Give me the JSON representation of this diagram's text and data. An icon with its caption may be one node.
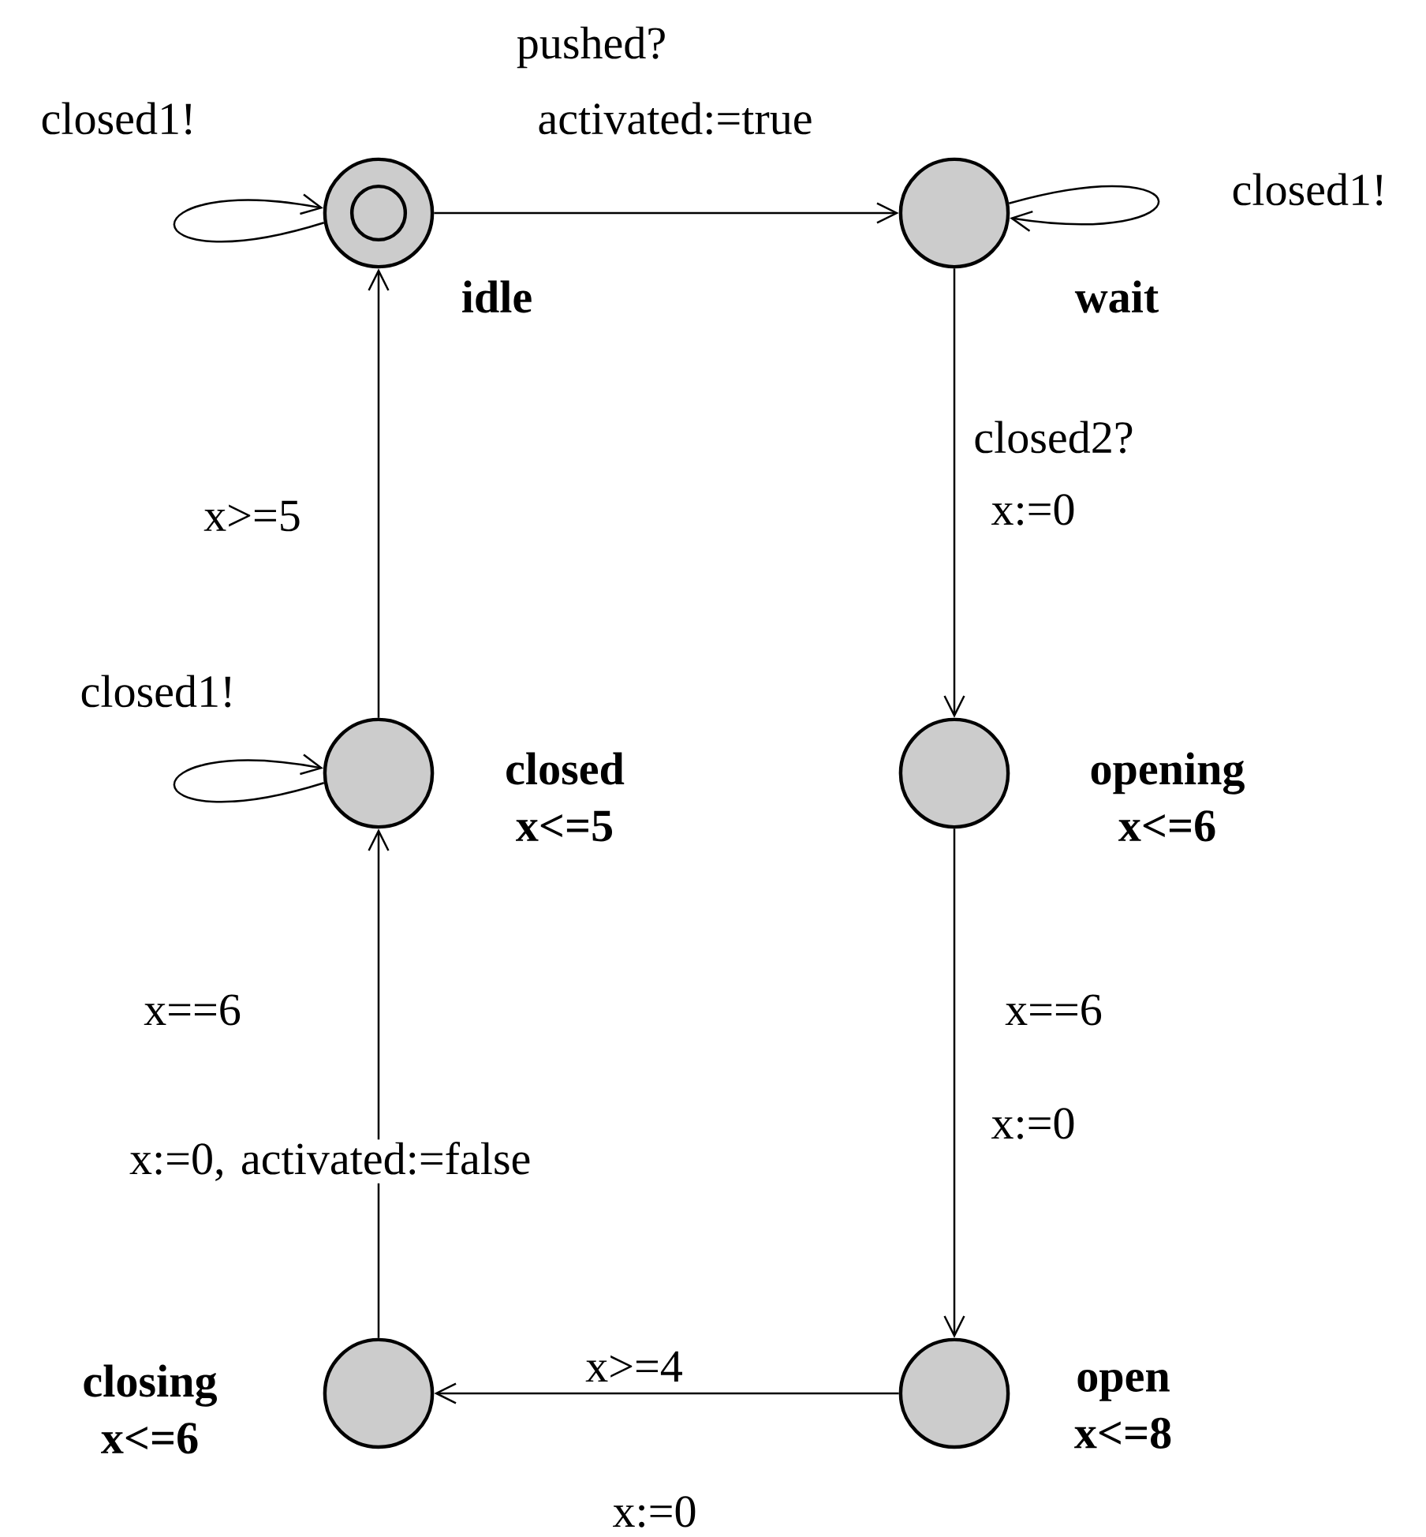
{
  "diagram": {
    "nodes": [
      {
        "text": [],
        "shape": "circle",
        "beside": [
          "idle"
        ]
      },
      {
        "text": [],
        "shape": "circle",
        "beside": [
          "wait"
        ]
      },
      {
        "text": [],
        "shape": "circle",
        "beside": [
          "closed",
          "x<=5"
        ]
      },
      {
        "text": [],
        "shape": "circle",
        "beside": [
          "opening",
          "x<=6"
        ]
      },
      {
        "text": [],
        "shape": "circle",
        "beside": [
          "closing",
          "x<=6"
        ]
      },
      {
        "text": [],
        "shape": "circle",
        "beside": [
          "open",
          "x<=8"
        ]
      }
    ],
    "edges": [
      {
        "from": 0,
        "to": 1,
        "arrow": "to",
        "label": "pushed?"
      },
      {
        "from": 1,
        "to": 1,
        "arrow": "to",
        "label": "closed1!"
      },
      {
        "from": 0,
        "to": 0,
        "arrow": "to",
        "label": "closed1!"
      },
      {
        "from": 1,
        "to": 3,
        "arrow": "to",
        "label": "closed2?"
      },
      {
        "from": 3,
        "to": 5,
        "arrow": "to",
        "label": "x==6"
      },
      {
        "from": 5,
        "to": 4,
        "arrow": "to",
        "label": "x>=4"
      },
      {
        "from": 4,
        "to": 2,
        "arrow": "to",
        "label": "x==6"
      },
      {
        "from": 2,
        "to": 2,
        "arrow": "to",
        "label": "closed1!"
      },
      {
        "from": 2,
        "to": 0,
        "arrow": "to",
        "label": "x>=5"
      }
    ],
    "labels": [
      "activated:=true",
      "x:=0",
      "x:=0",
      "x:=0",
      "x:=0, activated:=false"
    ]
  }
}
